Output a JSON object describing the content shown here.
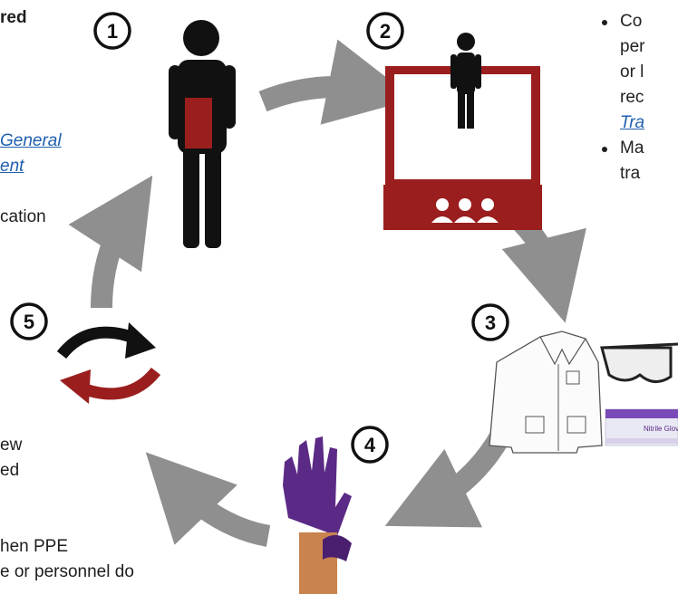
{
  "left_text": {
    "l1": "red",
    "l2": "General",
    "l3": "ent",
    "l4": "cation",
    "l5": "ew",
    "l6": "ed",
    "l7": "hen PPE",
    "l8": "e or personnel do"
  },
  "right_text": {
    "b1_l1": "Co",
    "b1_l2": "per",
    "b1_l3": "or l",
    "b1_l4": "rec",
    "b1_l5": "Tra",
    "b2_l1": "Ma",
    "b2_l2": "tra"
  },
  "steps": [
    "1",
    "2",
    "3",
    "4",
    "5"
  ],
  "glove_box_text": "Nitrile Gloves",
  "colors": {
    "arrow": "#8f8f8f",
    "dark_red": "#9b1e1e",
    "black": "#111111",
    "glove": "#5b2a86",
    "link": "#1f5fae"
  },
  "icons": [
    "clipboard-person-icon",
    "presenter-icon",
    "lab-coat-icon",
    "safety-glasses-icon",
    "glove-box-icon",
    "gloved-hand-icon",
    "refresh-cycle-icon"
  ]
}
